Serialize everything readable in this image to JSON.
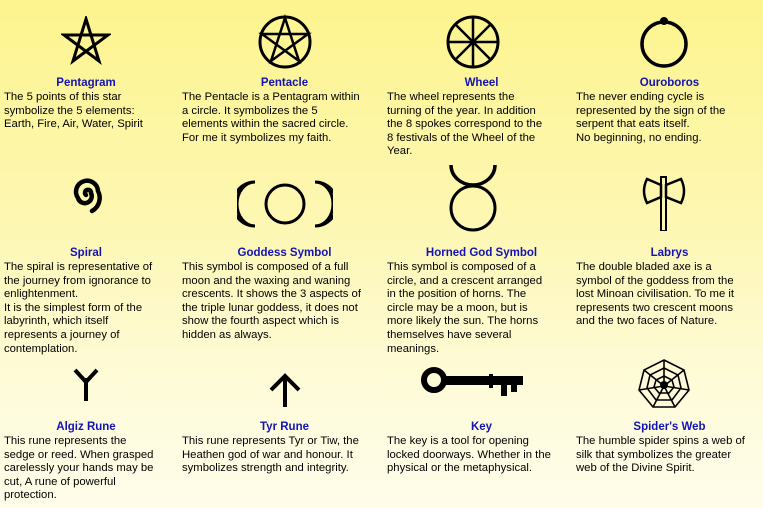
{
  "symbols": [
    {
      "title": "Pentagram",
      "icon": "pentagram-icon",
      "desc": "The 5 points of this star\nsymbolize the 5 elements:\nEarth, Fire, Air, Water, Spirit"
    },
    {
      "title": "Pentacle",
      "icon": "pentacle-icon",
      "desc": "The Pentacle is a Pentagram within\na circle. It symbolizes the 5\nelements within the sacred circle.\nFor me it symbolizes my faith."
    },
    {
      "title": "Wheel",
      "icon": "wheel-icon",
      "desc": "The wheel represents the\nturning of the year. In addition\nthe 8 spokes correspond to the\n8 festivals of the Wheel of the\nYear."
    },
    {
      "title": "Ouroboros",
      "icon": "ouroboros-icon",
      "desc": "The never ending cycle is\nrepresented by the sign of the\nserpent that eats itself.\nNo beginning, no ending."
    },
    {
      "title": "Spiral",
      "icon": "spiral-icon",
      "desc": "The spiral is representative of\nthe journey from ignorance to\nenlightenment.\nIt is the simplest form of the\nlabyrinth, which itself\nrepresents a journey of\ncontemplation."
    },
    {
      "title": "Goddess Symbol",
      "icon": "triple-moon-icon",
      "desc": "This symbol is composed of a full\nmoon and the waxing and waning\ncrescents. It shows the 3 aspects of\nthe triple lunar goddess, it does not\nshow the fourth aspect which is\nhidden as always."
    },
    {
      "title": "Horned God Symbol",
      "icon": "horned-god-icon",
      "desc": "This symbol is composed of a\ncircle, and a crescent arranged\nin the position of horns. The\ncircle may be a moon, but is\nmore likely the sun. The horns\nthemselves have several\nmeanings."
    },
    {
      "title": "Labrys",
      "icon": "labrys-icon",
      "desc": "The double bladed axe is a\nsymbol of the goddess from the\nlost Minoan civilisation. To me it\nrepresents two crescent moons\nand the two faces of Nature."
    },
    {
      "title": "Algiz Rune",
      "icon": "algiz-rune-icon",
      "desc": "This rune represents the\nsedge or reed. When grasped\ncarelessly your hands may be\ncut, A rune of powerful\nprotection."
    },
    {
      "title": "Tyr Rune",
      "icon": "tyr-rune-icon",
      "desc": "This rune represents Tyr or Tiw, the\nHeathen god of war and honour. It\nsymbolizes strength and integrity."
    },
    {
      "title": "Key",
      "icon": "key-icon",
      "desc": "The key is a tool for opening\nlocked doorways. Whether in the\nphysical or the metaphysical."
    },
    {
      "title": "Spider's Web",
      "icon": "spider-web-icon",
      "desc": "The humble spider spins a web of\nsilk that symbolizes the greater\nweb of the Divine Spirit."
    }
  ]
}
